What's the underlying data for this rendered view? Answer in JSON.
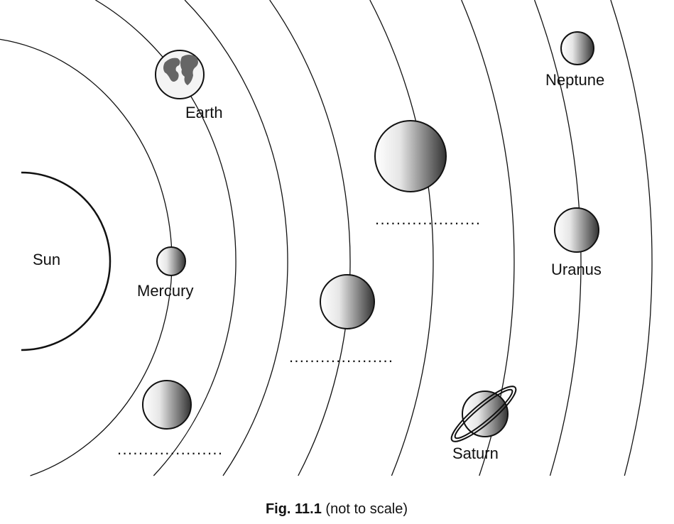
{
  "labels": {
    "sun": "Sun",
    "mercury": "Mercury",
    "earth": "Earth",
    "neptune": "Neptune",
    "uranus": "Uranus",
    "saturn": "Saturn"
  },
  "blanks": [
    "....................",
    "....................",
    "...................."
  ],
  "caption": {
    "bold": "Fig. 11.1",
    "rest": " (not to scale)"
  },
  "colors": {
    "line": "#111111",
    "shade_light": "#ffffff",
    "shade_dark": "#333333"
  }
}
